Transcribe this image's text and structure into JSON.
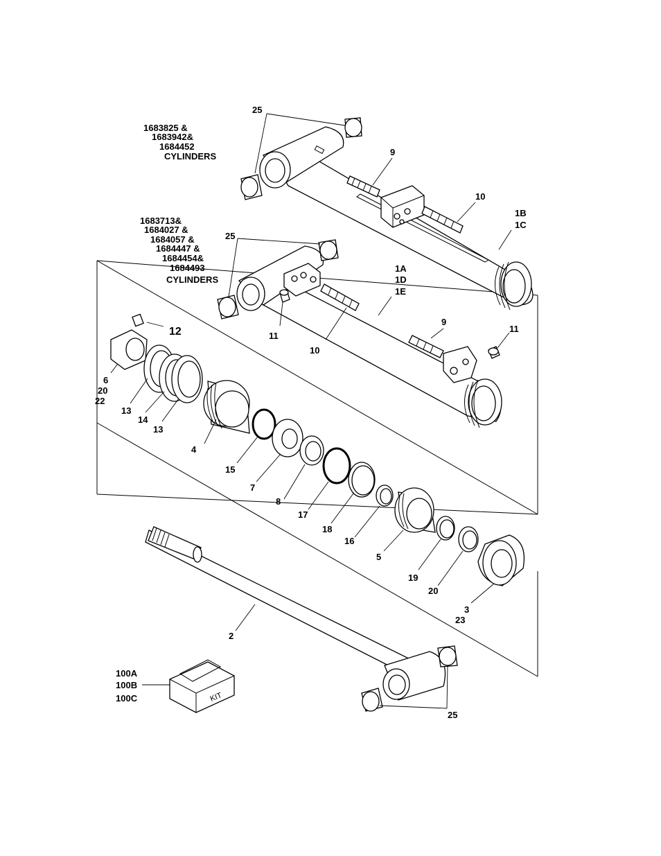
{
  "kit_box_text": "KIT",
  "labels": {
    "cyl_group_top": [
      "1683825 &",
      "1683942&",
      "1684452",
      "CYLINDERS"
    ],
    "cyl_group_mid": [
      "1683713&",
      "1684027 &",
      "1684057 &",
      "1684447 &",
      "1684454&",
      "1684493",
      "CYLINDERS"
    ],
    "l_25_top": "25",
    "l_9_top": "9",
    "l_10_top": "10",
    "l_1b": "1B",
    "l_1c": "1C",
    "l_25_mid": "25",
    "l_1a": "1A",
    "l_1d": "1D",
    "l_1e": "1E",
    "l_9_mid": "9",
    "l_11_right": "11",
    "l_11_left": "11",
    "l_10_mid": "10",
    "l_12": "12",
    "l_6": "6",
    "l_20_left": "20",
    "l_22": "22",
    "l_13_a": "13",
    "l_14": "14",
    "l_13_b": "13",
    "l_4": "4",
    "l_15": "15",
    "l_7": "7",
    "l_8": "8",
    "l_17": "17",
    "l_18": "18",
    "l_16": "16",
    "l_5": "5",
    "l_19": "19",
    "l_20_right": "20",
    "l_3": "3",
    "l_23": "23",
    "l_2": "2",
    "l_100a": "100A",
    "l_100b": "100B",
    "l_100c": "100C",
    "l_25_bottom": "25"
  }
}
